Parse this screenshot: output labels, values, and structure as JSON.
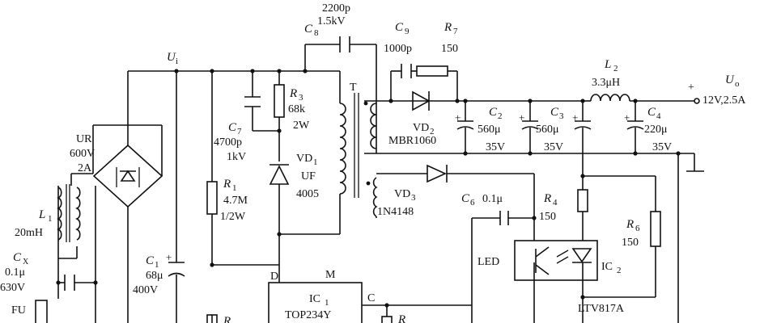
{
  "top": {
    "c8_value": "2200p",
    "c8_rating": "1.5kV",
    "c8_label": "C",
    "c8_sub": "8",
    "ui_label": "U",
    "ui_sub": "i",
    "c9_label": "C",
    "c9_sub": "9",
    "c9_value": "1000p",
    "r7_label": "R",
    "r7_sub": "7",
    "r7_value": "150"
  },
  "input": {
    "ur_label": "UR",
    "ur_v": "600V",
    "ur_a": "2A",
    "l1_label": "L",
    "l1_sub": "1",
    "l1_value": "20mH",
    "cx_label": "C",
    "cx_sub": "X",
    "cx_value": "0.1μ",
    "cx_v": "630V",
    "fu_label": "FU",
    "c1_label": "C",
    "c1_sub": "1",
    "c1_value": "68μ",
    "c1_v": "400V"
  },
  "clamp": {
    "c7_label": "C",
    "c7_sub": "7",
    "c7_value": "4700p",
    "c7_v": "1kV",
    "r3_label": "R",
    "r3_sub": "3",
    "r3_value": "68k",
    "r3_p": "2W",
    "vd1_label": "VD",
    "vd1_sub": "1",
    "vd1_part1": "UF",
    "vd1_part2": "4005",
    "r1_label": "R",
    "r1_sub": "1",
    "r1_value": "4.7M",
    "r1_p": "1/2W",
    "t_label": "T"
  },
  "output": {
    "l2_label": "L",
    "l2_sub": "2",
    "l2_value": "3.3μH",
    "uo_label": "U",
    "uo_sub": "o",
    "uo_value": "12V,2.5A",
    "plus": "+",
    "vd2_label": "VD",
    "vd2_sub": "2",
    "vd2_part": "MBR1060",
    "c2_label": "C",
    "c2_sub": "2",
    "c2_value": "560μ",
    "c2_v": "35V",
    "c3_label": "C",
    "c3_sub": "3",
    "c3_value": "560μ",
    "c3_v": "35V",
    "c4_label": "C",
    "c4_sub": "4",
    "c4_value": "220μ",
    "c4_v": "35V"
  },
  "feedback": {
    "vd3_label": "VD",
    "vd3_sub": "3",
    "vd3_part": "1N4148",
    "c6_label": "C",
    "c6_sub": "6",
    "c6_value": "0.1μ",
    "r4_label": "R",
    "r4_sub": "4",
    "r4_value": "150",
    "r6_label": "R",
    "r6_sub": "6",
    "r6_value": "150",
    "led_label": "LED",
    "ic2_label": "IC",
    "ic2_sub": "2",
    "ic2_part": "LTV817A"
  },
  "controller": {
    "d_pin": "D",
    "m_pin": "M",
    "c_pin": "C",
    "ic1_label": "IC",
    "ic1_sub": "1",
    "ic1_part": "TOP234Y",
    "r_label": "R",
    "r_label2": "R"
  }
}
